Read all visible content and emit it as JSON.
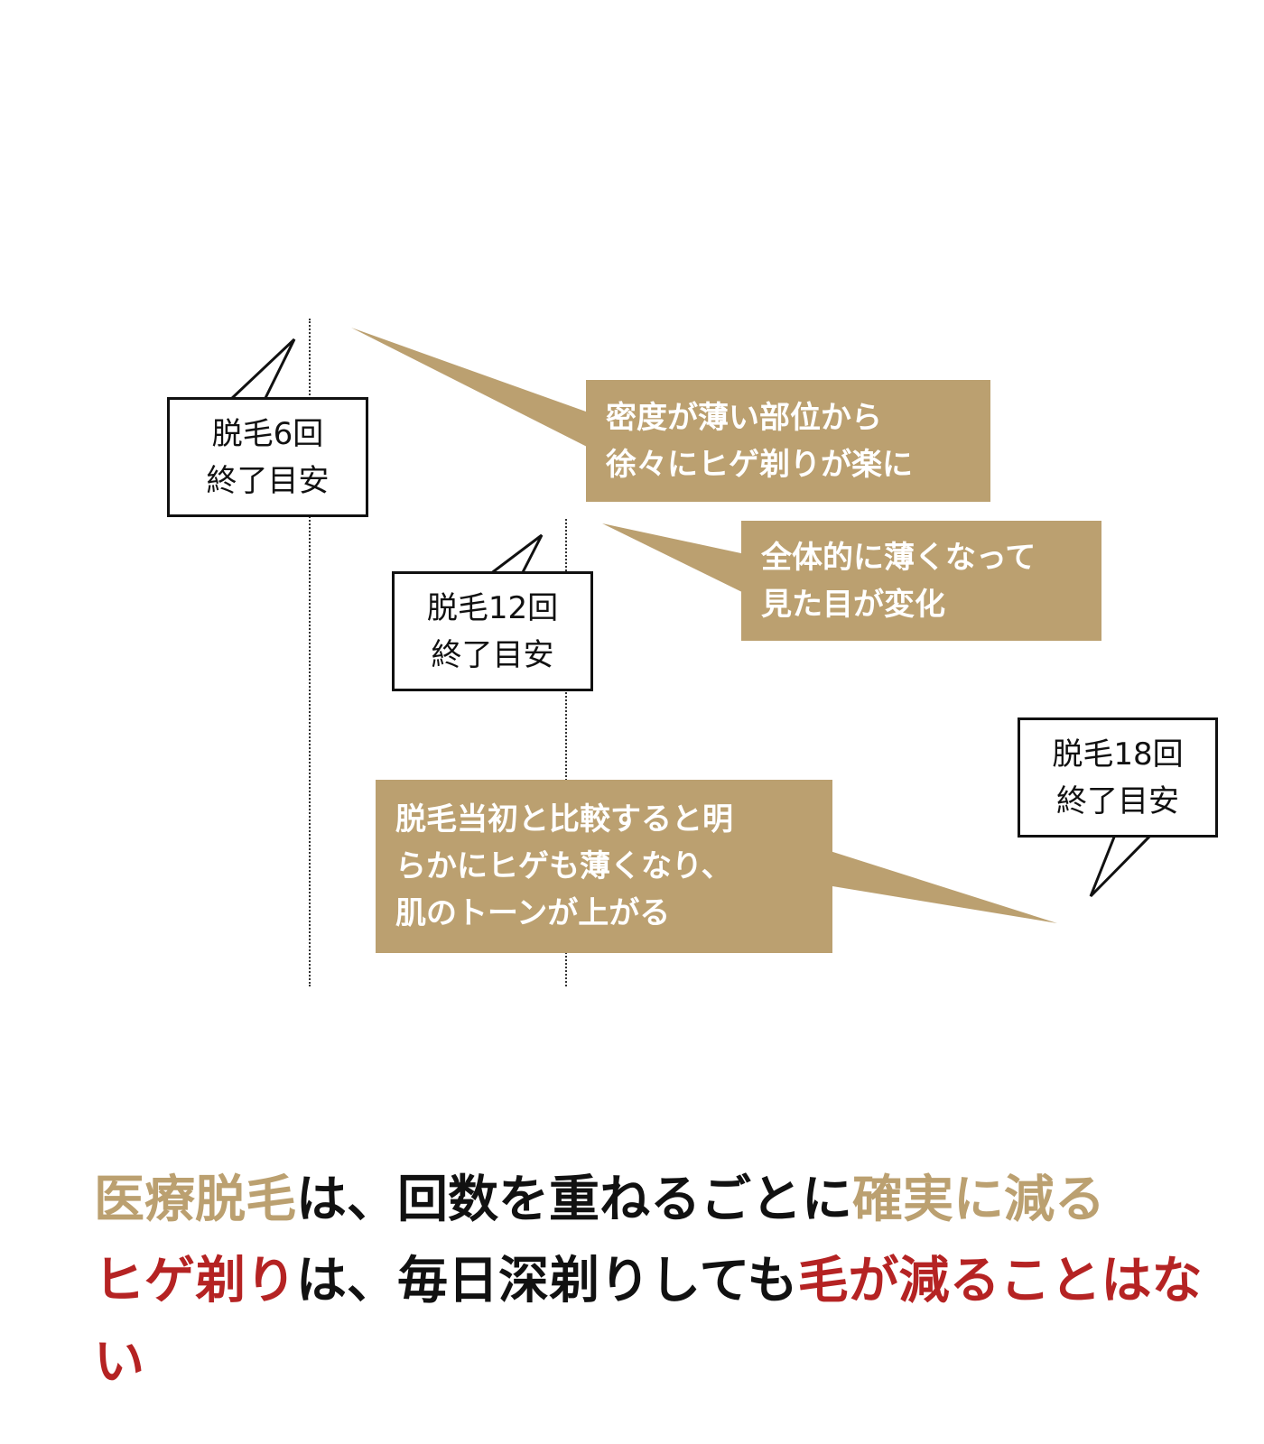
{
  "colors": {
    "gold": "#bba070",
    "red": "#b52323",
    "black": "#111111"
  },
  "milestones": [
    {
      "line1": "脱毛6回",
      "line2": "終了目安"
    },
    {
      "line1": "脱毛12回",
      "line2": "終了目安"
    },
    {
      "line1": "脱毛18回",
      "line2": "終了目安"
    }
  ],
  "notes": [
    {
      "line1": "密度が薄い部位から",
      "line2": "徐々にヒゲ剃りが楽に"
    },
    {
      "line1": "全体的に薄くなって",
      "line2": "見た目が変化"
    },
    {
      "line1": "脱毛当初と比較すると明",
      "line2": "らかにヒゲも薄くなり、",
      "line3": "肌のトーンが上がる"
    }
  ],
  "summary": {
    "line1": {
      "a": "医療脱毛",
      "b": "は、回数を重ねるごとに",
      "c": "確実に減る"
    },
    "line2": {
      "a": "ヒゲ剃り",
      "b": "は、毎日深剃りしても",
      "c": "毛が減ることはない"
    }
  }
}
